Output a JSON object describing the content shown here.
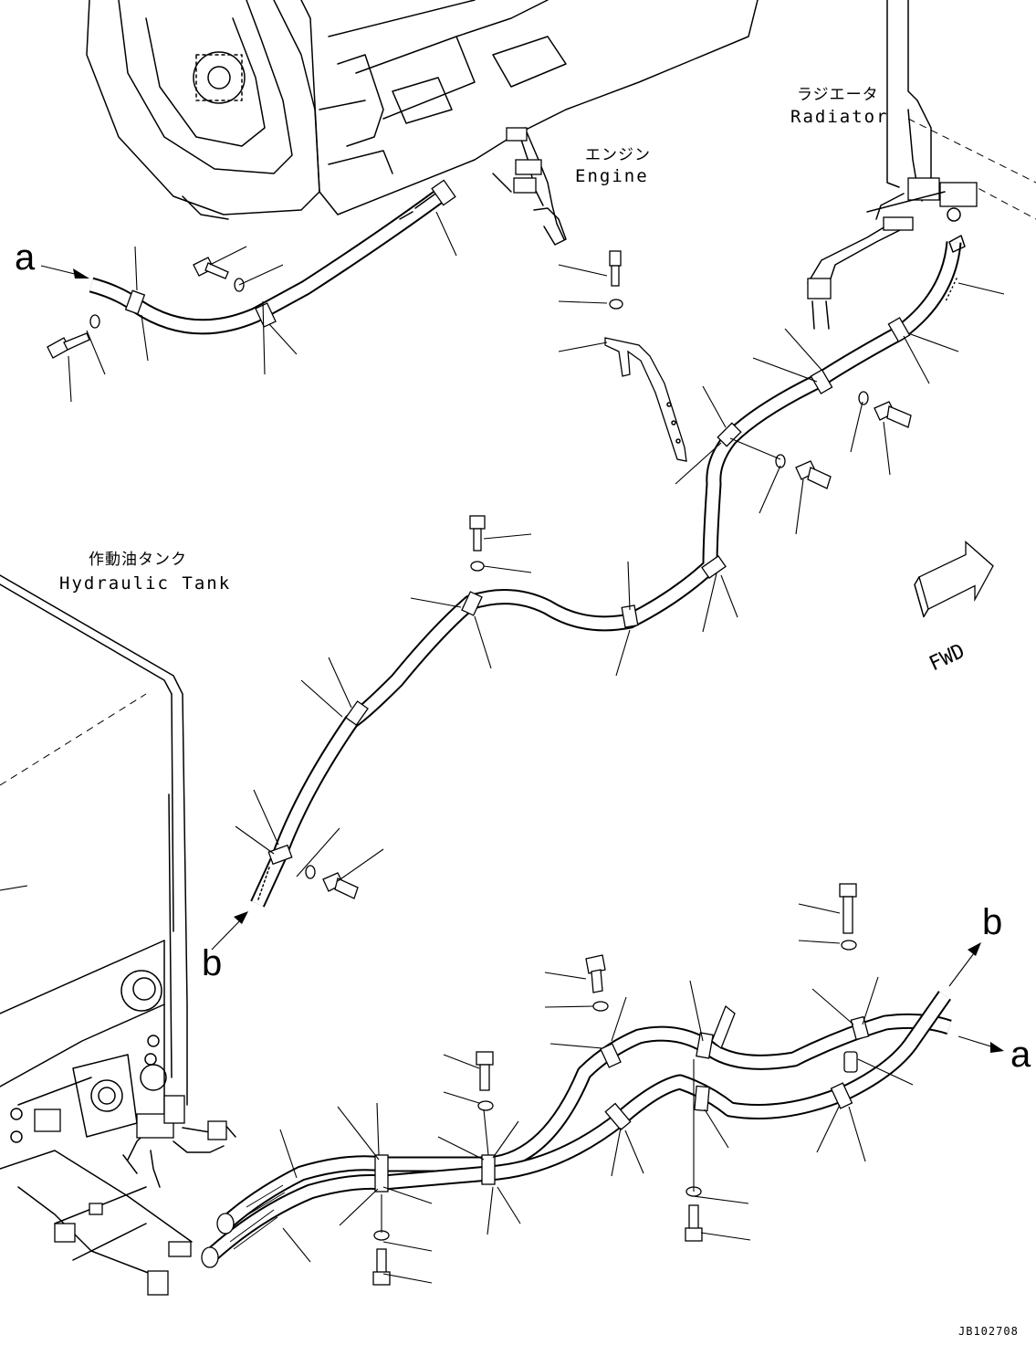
{
  "labels": {
    "radiator_jp": "ラジエータ",
    "radiator_en": "Radiator",
    "engine_jp": "エンジン",
    "engine_en": "Engine",
    "tank_jp": "作動油タンク",
    "tank_en": "Hydraulic Tank",
    "fwd": "FWD",
    "a": "a",
    "b": "b",
    "drawing_code": "JB102708"
  }
}
